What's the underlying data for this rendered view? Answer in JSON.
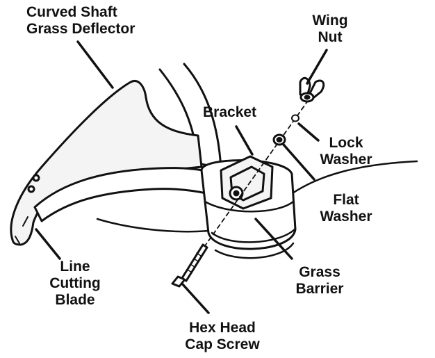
{
  "labels": {
    "curved_shaft_grass_deflector": [
      "Curved Shaft",
      "Grass Deflector"
    ],
    "wing_nut": [
      "Wing",
      "Nut"
    ],
    "bracket": [
      "Bracket"
    ],
    "lock_washer": [
      "Lock",
      "Washer"
    ],
    "flat_washer": [
      "Flat",
      "Washer"
    ],
    "line_cutting_blade": [
      "Line",
      "Cutting",
      "Blade"
    ],
    "grass_barrier": [
      "Grass",
      "Barrier"
    ],
    "hex_head_cap_screw": [
      "Hex Head",
      "Cap Screw"
    ]
  },
  "colors": {
    "ink": "#111111",
    "fill_light": "#f4f4f4",
    "fill_white": "#ffffff",
    "background": "#ffffff"
  }
}
